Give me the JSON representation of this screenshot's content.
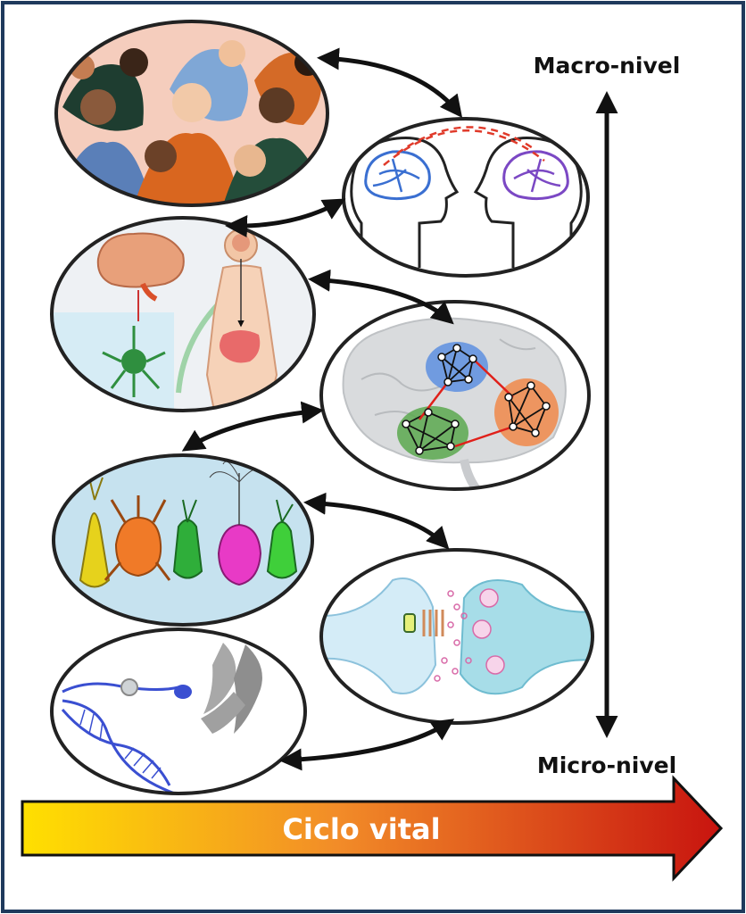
{
  "labels": {
    "macro": "Macro-nivel",
    "micro": "Micro-nivel",
    "lifespan": "Ciclo vital"
  },
  "panels": [
    {
      "name": "panel-society-crowd",
      "icon": "crowd-icon"
    },
    {
      "name": "panel-social-brains",
      "icon": "two-heads-brain-icon"
    },
    {
      "name": "panel-brain-body",
      "icon": "brain-gut-axis-icon"
    },
    {
      "name": "panel-brain-networks",
      "icon": "brain-network-icon"
    },
    {
      "name": "panel-neurons",
      "icon": "neuron-cells-icon"
    },
    {
      "name": "panel-synapse",
      "icon": "synapse-icon"
    },
    {
      "name": "panel-genes",
      "icon": "dna-chromosome-icon"
    }
  ],
  "colors": {
    "frame": "#1f3a5c",
    "arrow": "#111111",
    "gradient_start": "#ffe000",
    "gradient_mid": "#f28c28",
    "gradient_end": "#c8140f",
    "brain_blue": "#3a6fd1",
    "brain_purple": "#7b48c4",
    "dashed_red": "#e03a2a",
    "network_blue": "#5d8fe0",
    "network_green": "#5aa84f",
    "network_orange": "#f0884a"
  }
}
